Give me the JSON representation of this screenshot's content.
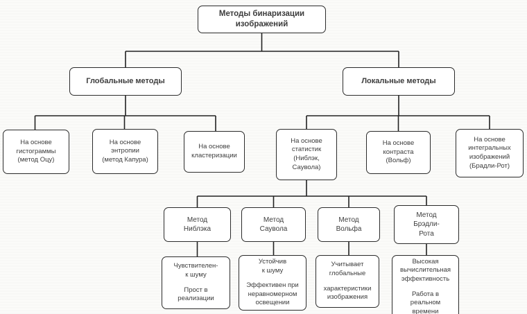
{
  "diagram": {
    "type": "hierarchy-flowchart",
    "language": "ru",
    "colors": {
      "background": "#fbfbf9",
      "box_fill": "#ffffff",
      "box_border": "#2b2b2b",
      "connector": "#222222",
      "text": "#3c3c3c"
    },
    "nodes": {
      "root": {
        "text": "Методы бинаризации изображений",
        "lines": [
          "Методы бинаризации",
          "изображений"
        ]
      },
      "global": {
        "text": "Глобальные методы",
        "lines": [
          "Глобальные методы"
        ]
      },
      "local": {
        "text": "Локальные методы",
        "lines": [
          "Локальные методы"
        ]
      },
      "histogram": {
        "text": "На основе гистограммы (метод Оцу)",
        "lines": [
          "На основе",
          "гистограммы",
          "(метод Оцу)"
        ]
      },
      "entropy": {
        "text": "На основе энтропии (метод Капура)",
        "lines": [
          "На основе",
          "энтропии",
          "(метод Капура)"
        ]
      },
      "clustering": {
        "text": "На основе кластеризации",
        "lines": [
          "На основе",
          "кластеризации"
        ]
      },
      "statistics": {
        "text": "На основе статистик (Ниблэк, Саувола)",
        "lines": [
          "На основе",
          "статистик",
          "(Ниблэк,",
          "Саувола)"
        ]
      },
      "contrast": {
        "text": "На основе контраста (Вольф)",
        "lines": [
          "На основе",
          "контраста",
          "(Вольф)"
        ]
      },
      "integral": {
        "text": "На основе интегральных изображений (Брадли-Рот)",
        "lines": [
          "На основе",
          "интегральных",
          "изображений",
          "(Брадли-Рот)"
        ]
      },
      "niblack": {
        "text": "Метод Ниблэка",
        "lines": [
          "Метод",
          "Ниблэка"
        ]
      },
      "sauvola": {
        "text": "Метод Саувола",
        "lines": [
          "Метод",
          "Саувола"
        ]
      },
      "wolf": {
        "text": "Метод Вольфа",
        "lines": [
          "Метод",
          "Вольфа"
        ]
      },
      "bradley": {
        "text": "Метод Брэдли-Рота",
        "lines": [
          "Метод",
          "Брэдли-",
          "Рота"
        ]
      },
      "niblack_desc": {
        "text": "Чувствителен к шуму. Прост в реализации",
        "lines": [
          "Чувствителен-",
          "к шуму",
          "Прост в",
          "реализации"
        ]
      },
      "sauvola_desc": {
        "text": "Устойчив к шуму. Эффективен при неравномерном освещении",
        "lines": [
          "Устойчив",
          "к шуму",
          "Эффективен при",
          "неравномерном",
          "освещении"
        ]
      },
      "wolf_desc": {
        "text": "Учитывает глобальные характеристики изображения",
        "lines": [
          "Учитывает",
          "глобальные",
          "характеристики",
          "изображения"
        ]
      },
      "bradley_desc": {
        "text": "Высокая вычислительная эффективность. Работа в реальном времени",
        "lines": [
          "Высокая",
          "вычислительная",
          "эффективность",
          "Работа в",
          "реальном",
          "времени"
        ]
      }
    }
  }
}
